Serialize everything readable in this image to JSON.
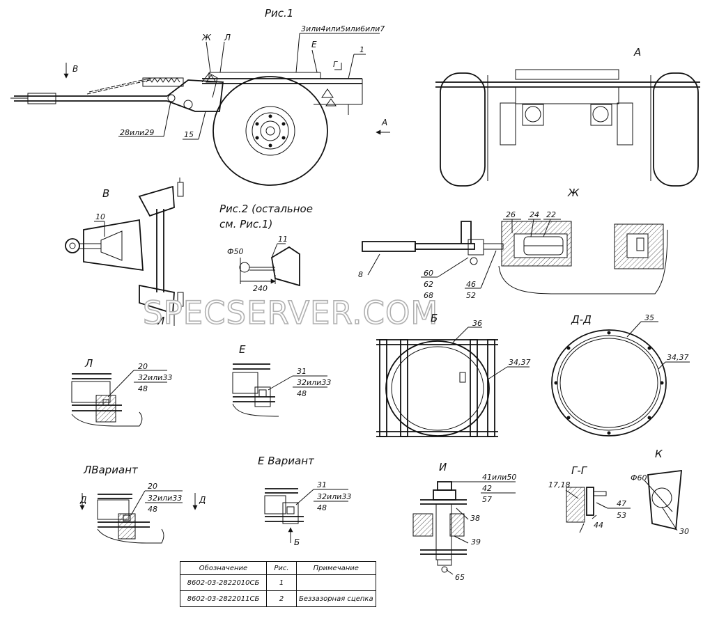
{
  "figures": {
    "fig1_title": "Рис.1",
    "fig2_title_line1": "Рис.2 (остальное",
    "fig2_title_line2": "см. Рис.1)"
  },
  "views": {
    "A": "А",
    "B": "В",
    "E": "Е",
    "L": "Л",
    "Zh": "Ж",
    "Bb": "Б",
    "D_D": "Д-Д",
    "I": "И",
    "G_G": "Г-Г",
    "K": "К",
    "L_variant": "ЛВариант",
    "E_variant": "Е Вариант",
    "D": "Д",
    "G": "Г"
  },
  "callouts": {
    "p1": "1",
    "p3to7": "3или4или5или6или7",
    "p28_29": "28или29",
    "p15": "15",
    "p10": "10",
    "p11": "11",
    "p8": "8",
    "p26": "26",
    "p24": "24",
    "p22": "22",
    "p60": "60",
    "p62": "62",
    "p68": "68",
    "p46": "46",
    "p52": "52",
    "p36": "36",
    "p34_37a": "34,37",
    "p35": "35",
    "p34_37b": "34,37",
    "p20": "20",
    "p32_33": "32или33",
    "p48": "48",
    "p31": "31",
    "p41_50": "41или50",
    "p42": "42",
    "p57": "57",
    "p38": "38",
    "p39": "39",
    "p65": "65",
    "p17_18": "17,18",
    "p44": "44",
    "p47": "47",
    "p53": "53",
    "p30": "30",
    "dim_phi50": "Ф50",
    "dim_240": "240",
    "dim_phi60": "Ф60"
  },
  "table": {
    "headers": [
      "Обозначение",
      "Рис.",
      "Примечание"
    ],
    "rows": [
      [
        "8602-03-2822010СБ",
        "1",
        ""
      ],
      [
        "8602-03-2822011СБ",
        "2",
        "Беззазорная сцепка"
      ]
    ]
  },
  "watermark": "SPECSERVER.COM"
}
